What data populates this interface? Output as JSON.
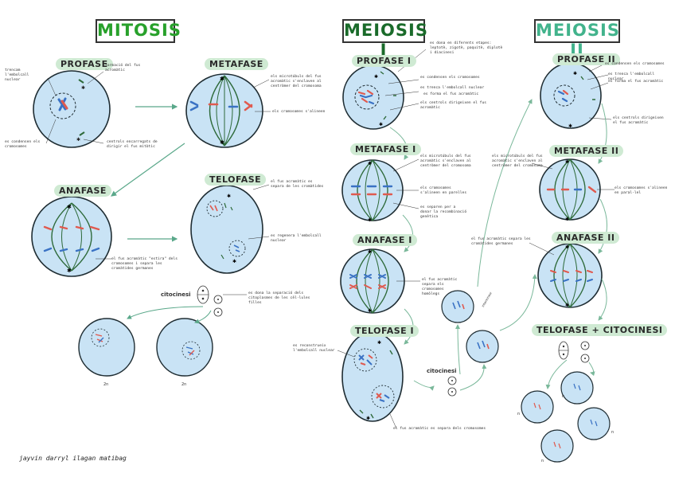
{
  "titles": {
    "mitosis": "MITOSIS",
    "meiosis1": "MEIOSIS I",
    "meiosis2": "MEIOSIS II"
  },
  "mitosis": {
    "profase": "PROFASE",
    "metafase": "METAFASE",
    "anafase": "ANAFASE",
    "telofase": "TELOFASE",
    "n_profase_tl": "trencam l'embolcall nuclear",
    "n_profase_tr": "formació del fus acromàtic",
    "n_profase_bl": "es condensen els cromosomes",
    "n_profase_br": "centrols encarregats de dirigir el fus mitòtic",
    "n_metafase_1": "els microtúbuls del fus acromàtic s'enclaven al centròmer del cromosoma",
    "n_metafase_2": "els cromosomes s'alineen",
    "n_anafase": "el fus acromàtic \"estira\" dels cromosomes i separa les cromàtides germanes",
    "n_telofase_1": "el fus acromàtic es separa de les cromàtides",
    "n_telofase_2": "es regenera l'embolcall nuclear",
    "citocinesi": "citocinesi",
    "n_citocinesi": "es dona la separació dels citoplasmes de les cèl·lules filles",
    "label_2n_a": "2n",
    "label_2n_b": "2n"
  },
  "meiosis1": {
    "profase": "PROFASE I",
    "metafase": "METAFASE I",
    "anafase": "ANAFASE I",
    "telofase": "TELOFASE I",
    "n_prof_1": "es dona en diferents etapes: leptotè, zigotè, paquitè, diplotè i diacinesi",
    "n_prof_2": "es condensen els cromosomes",
    "n_prof_3": "es trenca l'embolcall nuclear",
    "n_prof_4": "es forma el fus acromàtic",
    "n_prof_5": "els centrols dirigeixen el fus acromàtic",
    "n_meta_1": "els microtúbuls del fus acromàtic s'enclaven al centròmer del cromosoma",
    "n_meta_2": "els cromosomes s'alineen en parelles",
    "n_meta_3": "es separen per a donar la recombinació genètica",
    "n_ana": "el fus acromàtic separa els cromosomes homòlegs",
    "n_telo_1": "es reconstrueix l'embolcall nuclear",
    "n_telo_2": "el fus acromàtic es separa dels cromosomes",
    "citocinesi": "citocinesi",
    "interkinesi": "interkinesi"
  },
  "meiosis2": {
    "profase": "PROFASE II",
    "metafase": "METAFASE II",
    "anafase": "ANAFASE II",
    "telo_cito": "TELOFASE + CITOCINESI",
    "n_prof_1": "es condensen els cromosomes",
    "n_prof_2": "es trenca l'embolcall nuclear",
    "n_prof_3": "es forma el fus acromàtic",
    "n_prof_4": "els centrols dirigeixen el fus acromàtic",
    "n_meta_1": "els microtúbuls del fus acromàtic s'enclaven al centròmer del cromosoma",
    "n_meta_2": "els cromosomes s'alineen en paral·lel",
    "n_ana": "el fus acromàtic separa les cromàtides germanes",
    "label_n_1": "n",
    "label_n_2": "n",
    "label_n_3": "n",
    "label_n_4": "n"
  },
  "signature": "jayvin darryl ilagan matibag",
  "colors": {
    "cell": "#c9e3f5",
    "cell_edge": "#1f2d33",
    "spindle": "#2e6a3a",
    "chrom_red": "#e05a4f",
    "chrom_blue": "#3a72c4",
    "arrow_mitosis": "#5aa88a",
    "arrow_meiosis": "#8fc9a8",
    "label_bg": "#cfead3"
  }
}
